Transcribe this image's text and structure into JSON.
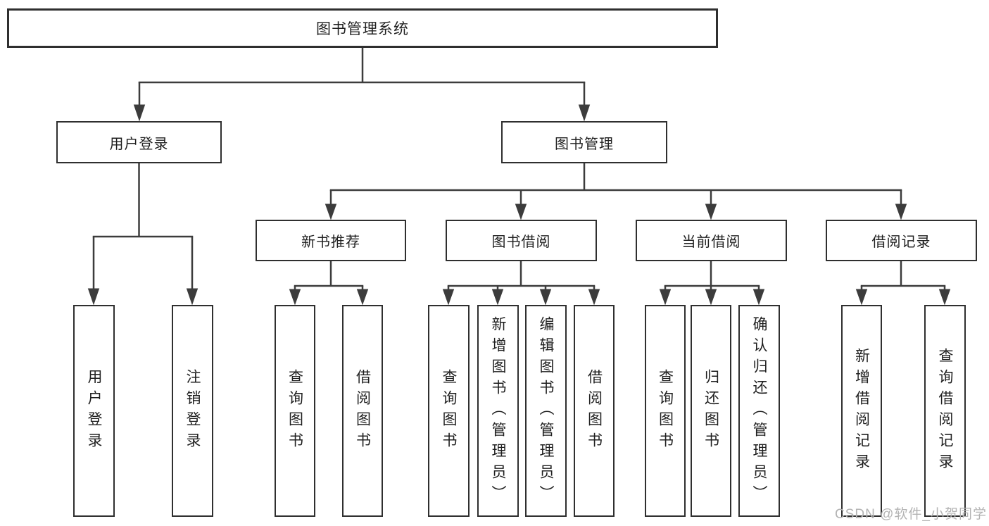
{
  "nodes": {
    "root": "图书管理系统",
    "user_login": "用户登录",
    "book_management": "图书管理",
    "new_book_recommend": "新书推荐",
    "book_borrowing": "图书借阅",
    "current_borrowing": "当前借阅",
    "borrowing_records": "借阅记录",
    "leaf_user_login": "用户登录",
    "leaf_logout": "注销登录",
    "rec_query_books": "查询图书",
    "rec_borrow_books": "借阅图书",
    "bor_query_books": "查询图书",
    "bor_add_books_admin": "新增图书（管理员）",
    "bor_edit_books_admin": "编辑图书（管理员）",
    "bor_borrow_books": "借阅图书",
    "cur_query_books": "查询图书",
    "cur_return_books": "归还图书",
    "cur_confirm_return_admin": "确认归还（管理员）",
    "rcd_add_record": "新增借阅记录",
    "rcd_query_record": "查询借阅记录"
  },
  "watermark": {
    "text": "CSDN @软件_小贺同学"
  },
  "colors": {
    "line": "#3c3c3c",
    "box_border": "#2f2f2f",
    "text": "#1f1f1f",
    "watermark": "#b3b3b3",
    "background": "#ffffff"
  }
}
